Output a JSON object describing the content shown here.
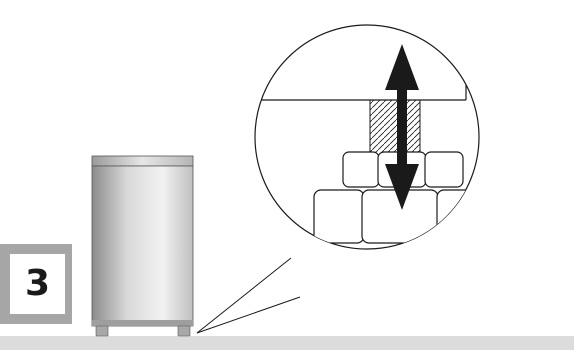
{
  "figure": {
    "step_number": "3",
    "colors": {
      "badge_frame": "#a6a6a6",
      "floor": "#dcdcdc",
      "outline": "#1a1a1a"
    },
    "parts": [
      "fridge",
      "adjustable-foot",
      "floor",
      "magnifier-circle",
      "up-down-arrow",
      "threaded-screw",
      "foot-nuts"
    ]
  }
}
